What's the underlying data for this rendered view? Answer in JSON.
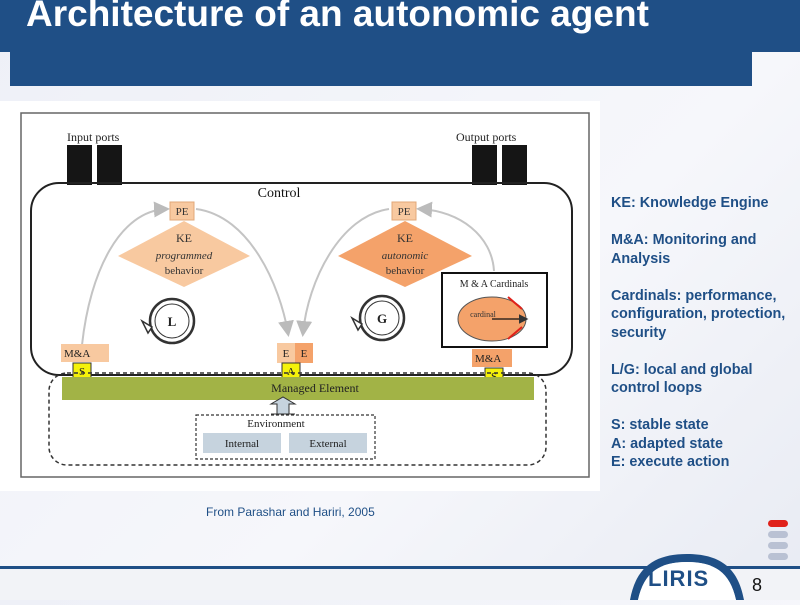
{
  "slide": {
    "title": "Architecture of an autonomic agent",
    "caption": "From Parashar and Hariri, 2005",
    "page_number": "8",
    "logo": "LIRIS"
  },
  "diagram": {
    "input_ports": "Input ports",
    "output_ports": "Output ports",
    "control": "Control",
    "pe": "PE",
    "ke": "KE",
    "left_behavior_1": "programmed",
    "left_behavior_2": "behavior",
    "right_behavior_1": "autonomic",
    "right_behavior_2": "behavior",
    "loop_local": "L",
    "loop_global": "G",
    "ma_cardinals": "M & A Cardinals",
    "cardinal": "cardinal",
    "ma": "M&A",
    "s": "S",
    "a": "A",
    "e": "E",
    "managed_element": "Managed Element",
    "environment": "Environment",
    "internal": "Internal",
    "external": "External",
    "colors": {
      "ke_left": "#f8c9a0",
      "ke_right": "#f4a26a",
      "managed_bar": "#a2b346",
      "state_yellow": "#f5f20a",
      "env_box": "#c6d3de"
    }
  },
  "notes": {
    "ke": "KE: Knowledge Engine",
    "ma": "M&A: Monitoring and Analysis",
    "cardinals": "Cardinals: performance, configuration, protection, security",
    "lg": "L/G: local and global control loops",
    "s": "S: stable state",
    "a": "A: adapted state",
    "e": "E: execute action"
  }
}
